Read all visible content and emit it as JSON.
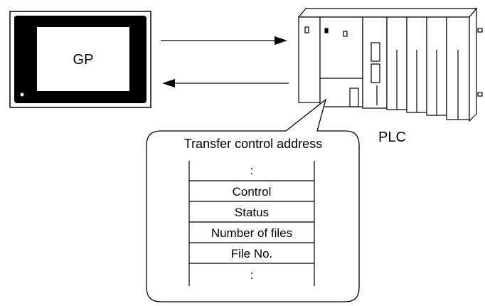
{
  "gp_label": "GP",
  "plc_label": "PLC",
  "callout": {
    "title": "Transfer control address",
    "rows": [
      ":",
      "Control",
      "Status",
      "Number of files",
      "File No.",
      ":"
    ]
  }
}
